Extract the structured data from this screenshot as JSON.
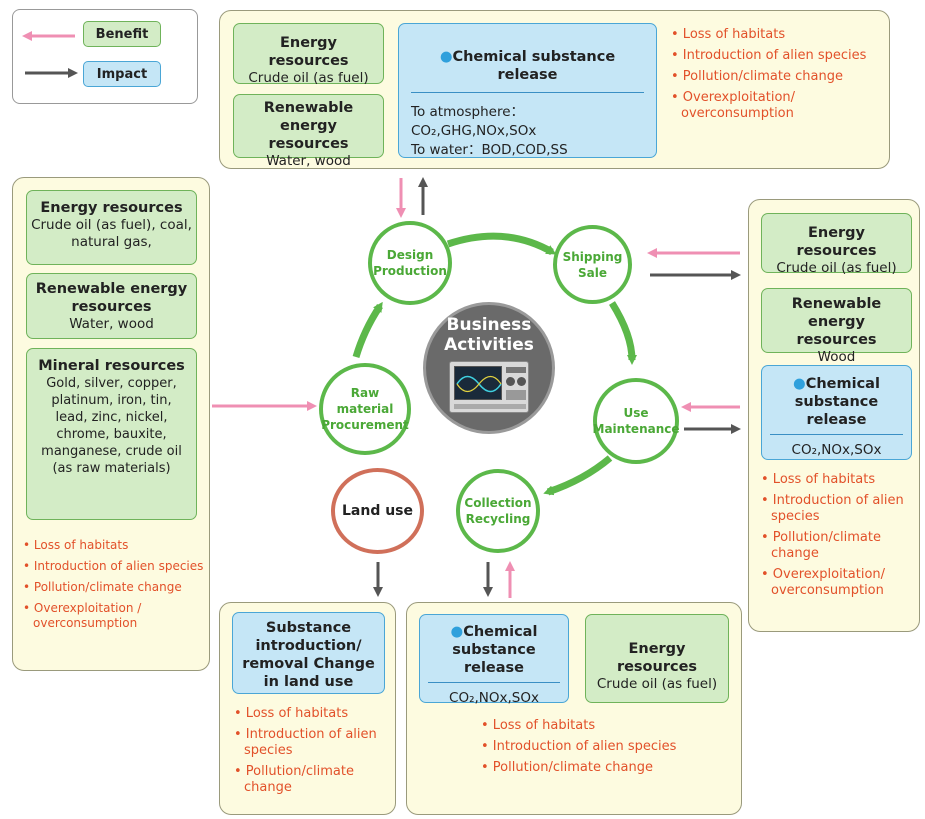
{
  "legend": {
    "benefit": "Benefit",
    "impact": "Impact"
  },
  "colors": {
    "benefit_arrow": "#ef8fb3",
    "impact_arrow": "#555555",
    "cycle_green": "#5cb84a",
    "impact_text": "#e2512a",
    "land_use_ring": "#d0705a"
  },
  "center": {
    "title_line1": "Business",
    "title_line2": "Activities",
    "image_icon": "measuring-instrument-icon"
  },
  "stages": {
    "design": [
      "Design",
      "Production"
    ],
    "shipping": [
      "Shipping",
      "Sale"
    ],
    "use": [
      "Use",
      "Maintenance"
    ],
    "collection": [
      "Collection",
      "Recycling"
    ],
    "raw": [
      "Raw material",
      "Procurement"
    ],
    "land_use": "Land use"
  },
  "top_panel": {
    "energy": {
      "title": "Energy resources",
      "text": "Crude oil (as fuel)"
    },
    "renewable": {
      "title_line1": "Renewable",
      "title_line2": "energy resources",
      "text": "Water, wood"
    },
    "chemical": {
      "title": "Chemical substance release",
      "line1": "To atmosphere：CO₂,GHG,NOx,SOx",
      "line2": "To water：BOD,COD,SS"
    },
    "impacts": [
      "• Loss of habitats",
      "• Introduction of alien species",
      "• Pollution/climate change",
      "• Overexploitation/ overconsumption"
    ]
  },
  "left_panel": {
    "energy": {
      "title": "Energy resources",
      "text": "Crude oil (as fuel), coal, natural gas,"
    },
    "renewable": {
      "title": "Renewable energy resources",
      "text": "Water, wood"
    },
    "mineral": {
      "title": "Mineral resources",
      "text": "Gold, silver, copper, platinum, iron, tin, lead, zinc, nickel, chrome, bauxite, manganese, crude oil (as raw materials)"
    },
    "impacts": [
      "• Loss of habitats",
      "• Introduction of alien species",
      "• Pollution/climate change",
      "• Overexploitation / overconsumption"
    ]
  },
  "right_panel": {
    "energy": {
      "title": "Energy resources",
      "text": "Crude oil (as fuel)"
    },
    "renewable": {
      "title_line1": "Renewable",
      "title_line2": "energy resources",
      "text": "Wood"
    },
    "chemical": {
      "title_line1": "Chemical",
      "title_line2": "substance release",
      "text": "CO₂,NOx,SOx"
    },
    "impacts": [
      "• Loss of habitats",
      "• Introduction of alien species",
      "• Pollution/climate change",
      "• Overexploitation/ overconsumption"
    ]
  },
  "bottom_left_panel": {
    "substance": {
      "title": "Substance introduction/ removal Change in land use"
    },
    "impacts": [
      "• Loss of habitats",
      "• Introduction of alien species",
      "• Pollution/climate change"
    ]
  },
  "bottom_right_panel": {
    "chemical": {
      "title_line1": "Chemical",
      "title_line2": "substance release",
      "text": "CO₂,NOx,SOx"
    },
    "energy": {
      "title": "Energy resources",
      "text": "Crude oil (as fuel)"
    },
    "impacts": [
      "• Loss of habitats",
      "• Introduction of alien species",
      "• Pollution/climate change"
    ]
  }
}
